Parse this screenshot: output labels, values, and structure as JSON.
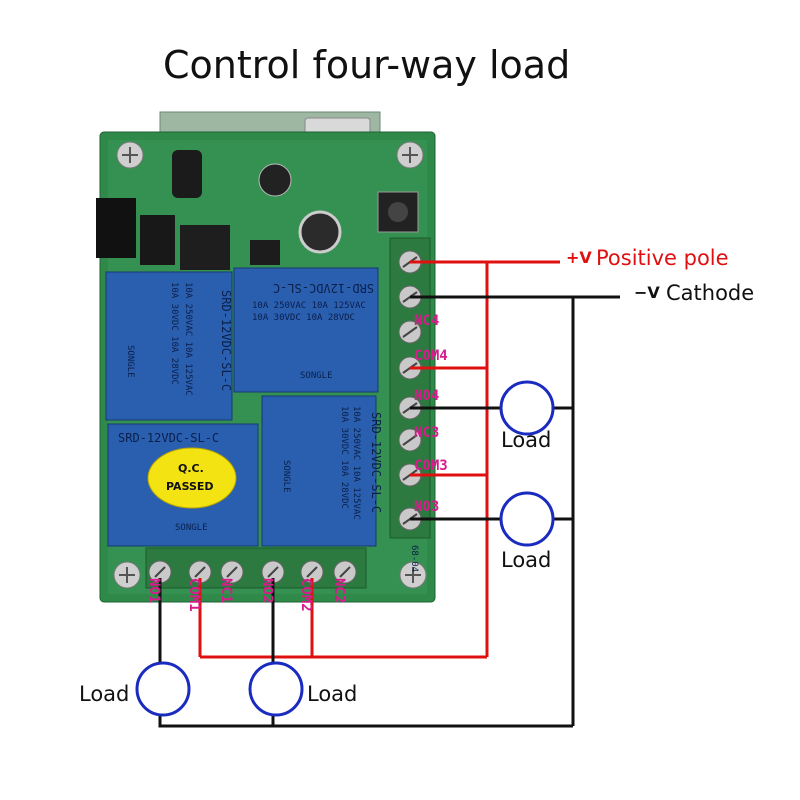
{
  "title": "Control four-way load",
  "power": {
    "positive_symbol": "+V",
    "positive_label": "Positive pole",
    "negative_symbol": "−V",
    "negative_label": "Cathode"
  },
  "load_label": "Load",
  "right_terminals": [
    "NC4",
    "COM4",
    "NO4",
    "NC3",
    "COM3",
    "NO3"
  ],
  "bottom_terminals": [
    "NO1",
    "COM1",
    "NC1",
    "NO2",
    "COM2",
    "NC2"
  ],
  "board": {
    "relay_model": "SRD-12VDC-SL-C",
    "relay_brand": "SONGLE",
    "relay_rating_1": "10A 250VAC  10A 125VAC",
    "relay_rating_2": "10A 30VDC  10A 28VDC",
    "qc_line1": "Q.C.",
    "qc_line2": "PASSED",
    "board_code": "68-04"
  },
  "colors": {
    "positive_wire": "#e01010",
    "negative_wire": "#111111",
    "load_circle": "#1a2bbf",
    "pin_label": "#d81b8c",
    "relay_blue": "#2a5fb0",
    "pcb_green": "#2f8a4a"
  }
}
